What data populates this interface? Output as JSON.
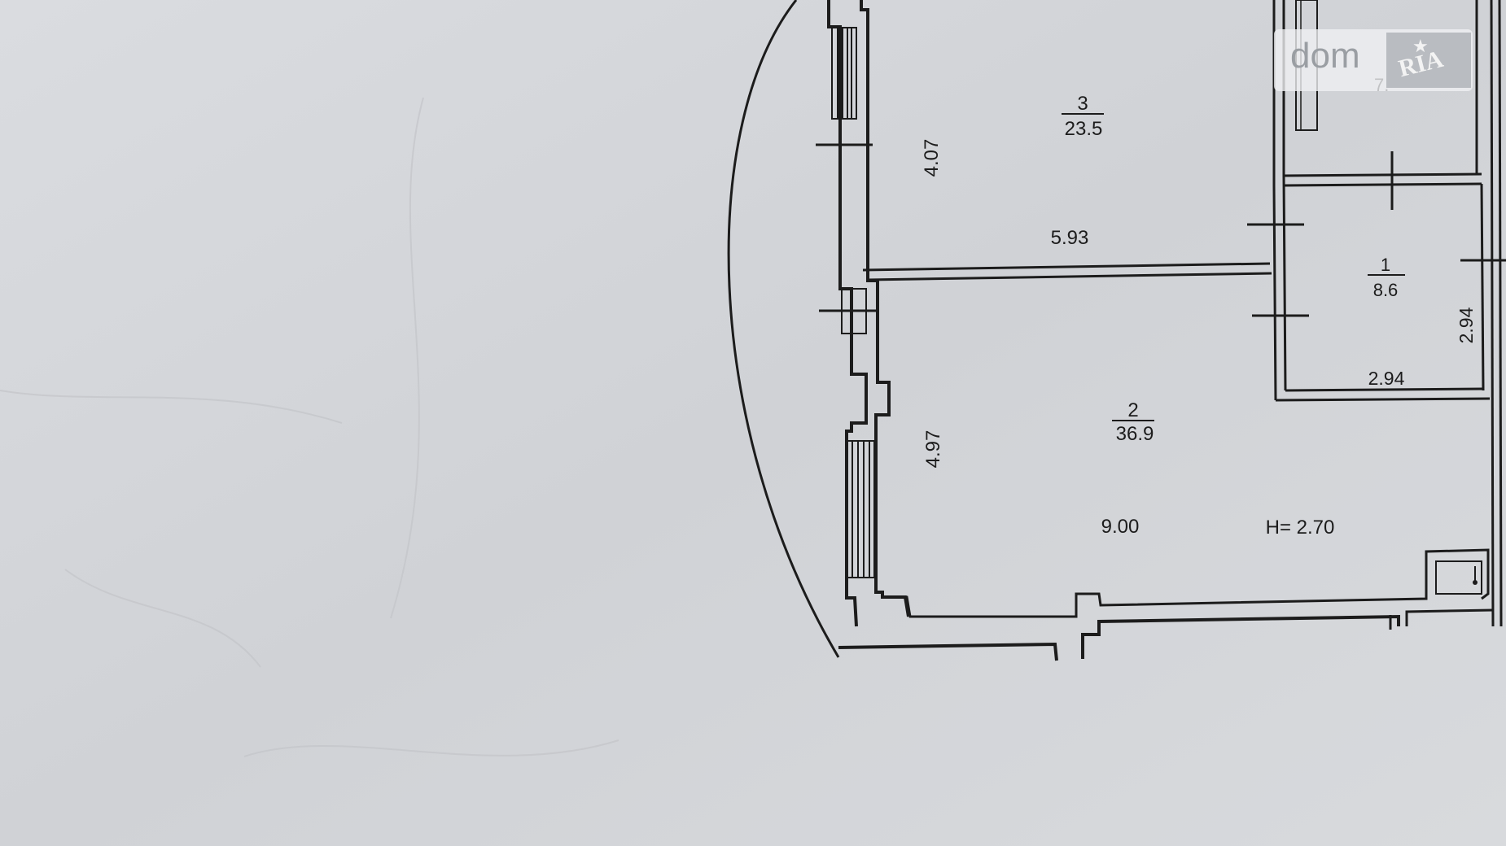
{
  "floor_plan": {
    "rooms": [
      {
        "number": "3",
        "area": "23.5",
        "width": "5.93",
        "depth": "4.07"
      },
      {
        "number": "2",
        "area": "36.9",
        "width": "9.00",
        "depth": "4.97",
        "ceiling_height": "H= 2.70"
      },
      {
        "number": "1",
        "area": "8.6",
        "width": "2.94",
        "depth": "2.94"
      }
    ],
    "partial_label": "7."
  },
  "watermark": {
    "logo_text": "dom",
    "logo_badge": "RIA"
  },
  "colors": {
    "paper": "#d4d6da",
    "ink": "#1c1c1c"
  }
}
